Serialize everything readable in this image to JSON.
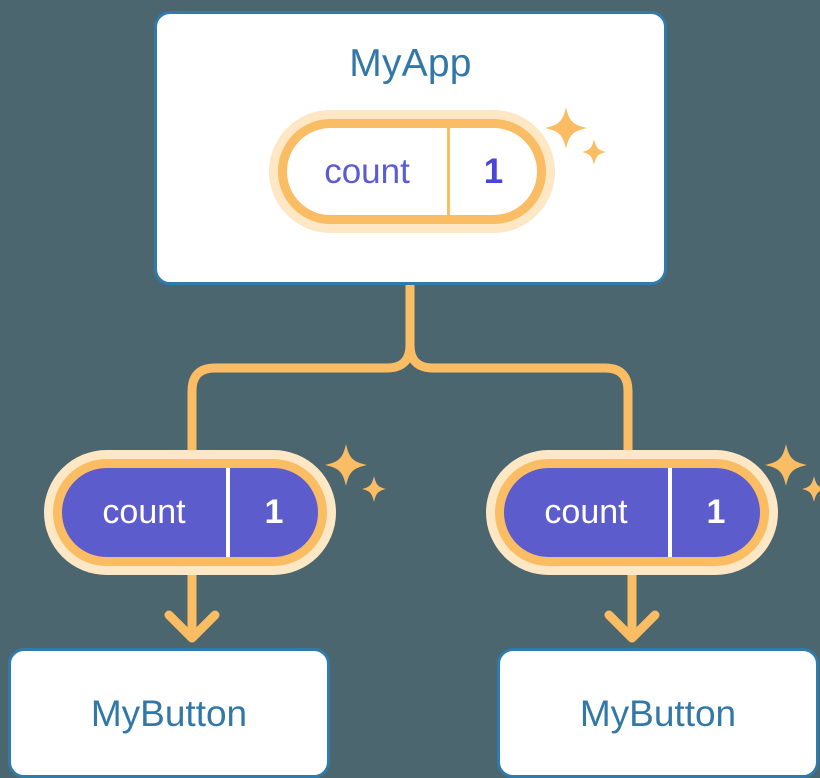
{
  "theme": {
    "background": "#4c6670",
    "card_border": "#2f7bab",
    "card_fill": "#ffffff",
    "title_text": "#3178a8",
    "pill_ring": "#fbbd63",
    "pill_halo": "#fde7c4",
    "pill_solid_fill": "#5c5ccd",
    "pill_light_key_text": "#5b5bd6",
    "pill_light_value_text": "#4a45d6",
    "pill_solid_text": "#ffffff",
    "connector": "#fbbd63",
    "sparkle": "#fbbd63"
  },
  "diagram": {
    "type": "component-tree",
    "root": {
      "title": "MyApp",
      "state": {
        "key": "count",
        "value": "1"
      }
    },
    "children": [
      {
        "title": "MyButton",
        "state": {
          "key": "count",
          "value": "1"
        }
      },
      {
        "title": "MyButton",
        "state": {
          "key": "count",
          "value": "1"
        }
      }
    ],
    "icons": {
      "sparkle": "sparkle-icon",
      "arrow": "arrow-down-icon"
    }
  }
}
